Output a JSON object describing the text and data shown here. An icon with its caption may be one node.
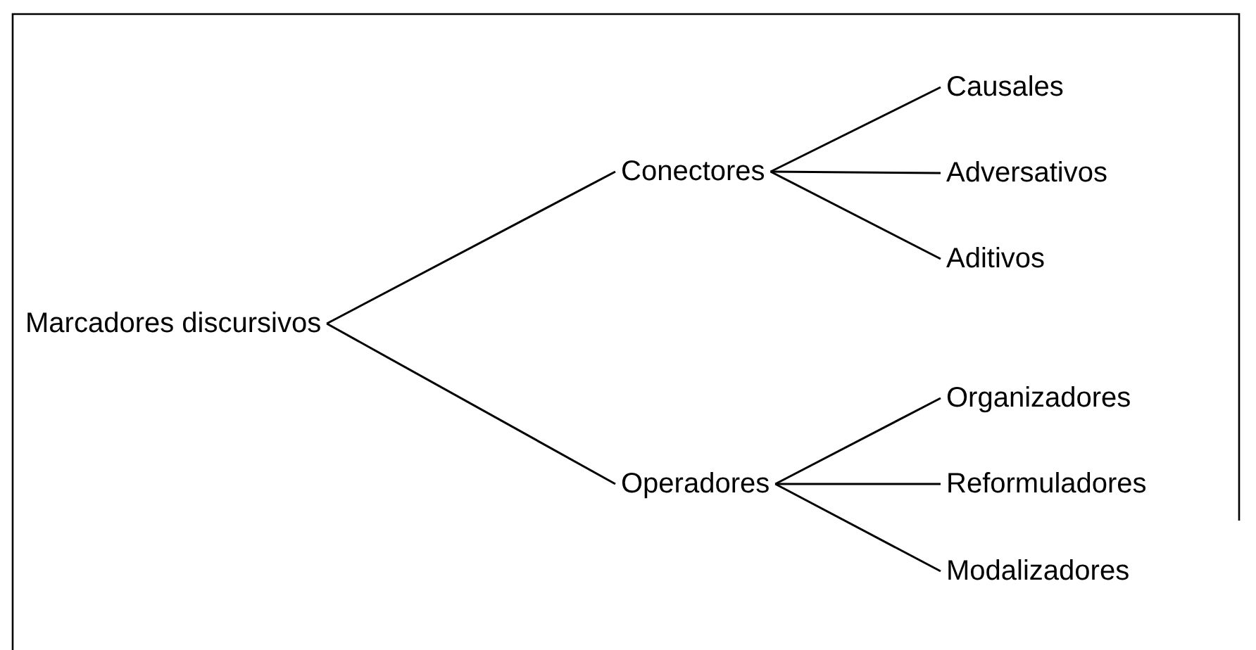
{
  "diagram": {
    "nodes": [
      {
        "text": [
          "Marcadores discursivos"
        ]
      },
      {
        "text": [
          "Conectores"
        ]
      },
      {
        "text": [
          "Operadores"
        ]
      },
      {
        "text": [
          "Causales"
        ]
      },
      {
        "text": [
          "Adversativos"
        ]
      },
      {
        "text": [
          "Aditivos"
        ]
      },
      {
        "text": [
          "Organizadores"
        ]
      },
      {
        "text": [
          "Reformuladores"
        ]
      },
      {
        "text": [
          "Modalizadores"
        ]
      }
    ],
    "edges": [
      {
        "from": 0,
        "to": 1,
        "arrow": "none"
      },
      {
        "from": 0,
        "to": 2,
        "arrow": "none"
      },
      {
        "from": 1,
        "to": 3,
        "arrow": "none"
      },
      {
        "from": 1,
        "to": 4,
        "arrow": "none"
      },
      {
        "from": 1,
        "to": 5,
        "arrow": "none"
      },
      {
        "from": 2,
        "to": 6,
        "arrow": "none"
      },
      {
        "from": 2,
        "to": 7,
        "arrow": "none"
      },
      {
        "from": 2,
        "to": 8,
        "arrow": "none"
      }
    ]
  }
}
